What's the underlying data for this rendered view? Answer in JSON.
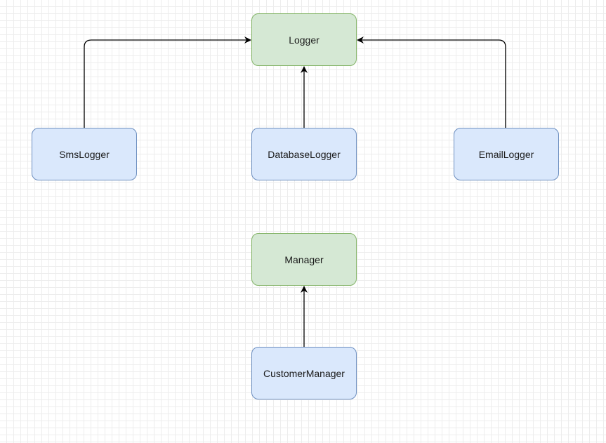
{
  "diagram": {
    "colors": {
      "parent_fill": "#d5e8d4",
      "parent_stroke": "#82b366",
      "child_fill": "#dae8fc",
      "child_stroke": "#6c8ebf",
      "edge": "#000000"
    },
    "nodes": {
      "logger": {
        "label": "Logger"
      },
      "sms_logger": {
        "label": "SmsLogger"
      },
      "database_logger": {
        "label": "DatabaseLogger"
      },
      "email_logger": {
        "label": "EmailLogger"
      },
      "manager": {
        "label": "Manager"
      },
      "customer_manager": {
        "label": "CustomerManager"
      }
    },
    "edges": [
      {
        "from": "SmsLogger",
        "to": "Logger"
      },
      {
        "from": "DatabaseLogger",
        "to": "Logger"
      },
      {
        "from": "EmailLogger",
        "to": "Logger"
      },
      {
        "from": "CustomerManager",
        "to": "Manager"
      }
    ]
  }
}
